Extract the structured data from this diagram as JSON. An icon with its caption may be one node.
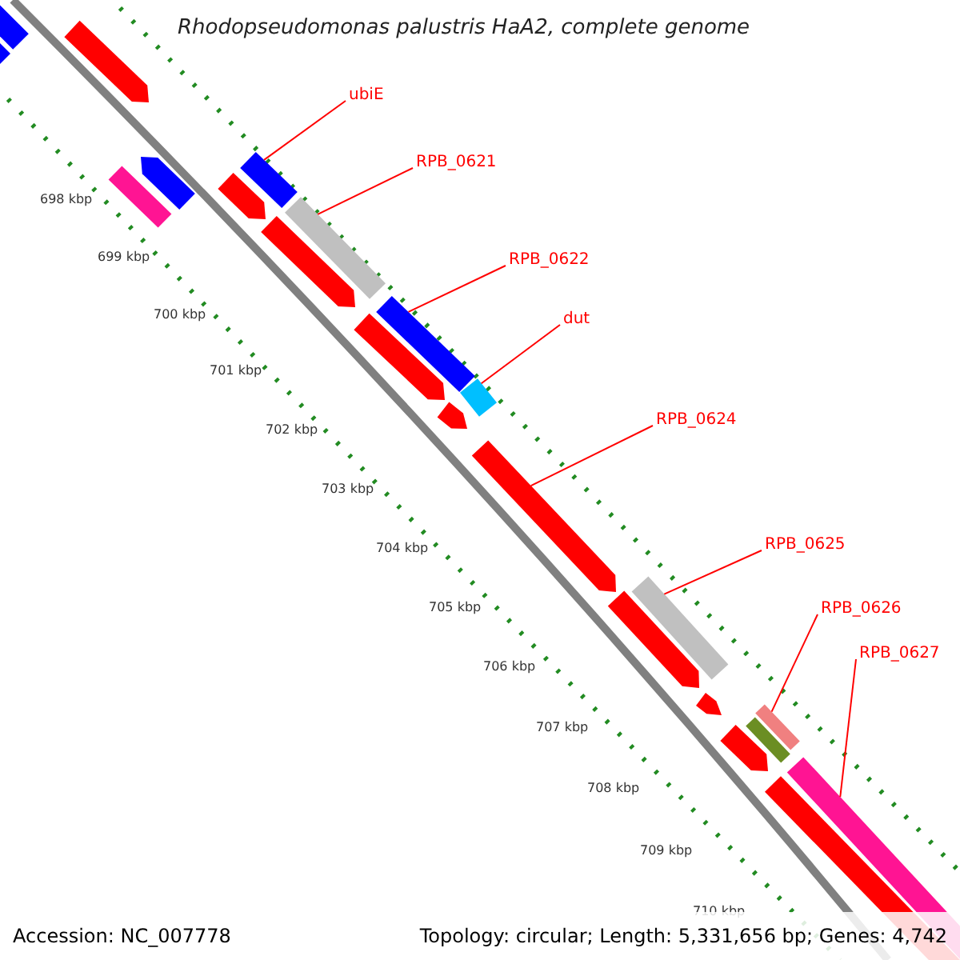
{
  "diagram": {
    "title": "Rhodopseudomonas palustris HaA2, complete genome",
    "nodes": [
      {
        "text": [
          "ubiE"
        ]
      },
      {
        "text": [
          "RPB_0621"
        ]
      },
      {
        "text": [
          "RPB_0622"
        ]
      },
      {
        "text": [
          "dut"
        ]
      },
      {
        "text": [
          "RPB_0624"
        ]
      },
      {
        "text": [
          "RPB_0625"
        ]
      },
      {
        "text": [
          "RPB_0626"
        ]
      },
      {
        "text": [
          "RPB_0627"
        ]
      },
      {
        "text": [],
        "shape": "bar"
      },
      {
        "text": [],
        "shape": "bar"
      },
      {
        "text": [],
        "shape": "bar"
      },
      {
        "text": [],
        "shape": "bar"
      },
      {
        "text": [],
        "shape": "bar"
      },
      {
        "text": [],
        "shape": "bar"
      },
      {
        "text": [],
        "shape": "bar"
      },
      {
        "text": [],
        "shape": "bar"
      },
      {
        "text": [],
        "shape": "bar"
      },
      {
        "text": [],
        "shape": "bar"
      },
      {
        "text": [],
        "shape": "bar"
      },
      {
        "text": [],
        "shape": "bar"
      },
      {
        "text": [],
        "shape": "bar"
      },
      {
        "text": [],
        "shape": "bar"
      },
      {
        "text": [],
        "shape": "bar"
      },
      {
        "text": [],
        "shape": "bar"
      },
      {
        "text": [],
        "shape": "bar"
      },
      {
        "text": [],
        "shape": "bar"
      },
      {
        "text": [],
        "shape": "bar"
      },
      {
        "text": [],
        "shape": "bar"
      },
      {
        "text": [],
        "shape": "bar"
      },
      {
        "text": [],
        "shape": "bar"
      }
    ],
    "edges": [
      {
        "from": 0,
        "to": 14,
        "arrow": "none"
      },
      {
        "from": 1,
        "to": 16,
        "arrow": "none"
      },
      {
        "from": 2,
        "to": 18,
        "arrow": "none"
      },
      {
        "from": 3,
        "to": 20,
        "arrow": "none"
      },
      {
        "from": 4,
        "to": 21,
        "arrow": "none"
      },
      {
        "from": 5,
        "to": 23,
        "arrow": "none"
      },
      {
        "from": 6,
        "to": 27,
        "arrow": "none"
      },
      {
        "from": 7,
        "to": 29,
        "arrow": "none"
      }
    ],
    "labels": [
      "698 kbp",
      "699 kbp",
      "700 kbp",
      "701 kbp",
      "702 kbp",
      "703 kbp",
      "704 kbp",
      "705 kbp",
      "706 kbp",
      "707 kbp",
      "708 kbp",
      "709 kbp",
      "710 kbp",
      "Accession: NC_007778",
      "Topology: circular; Length: 5,331,656 bp; Genes: 4,742"
    ]
  }
}
